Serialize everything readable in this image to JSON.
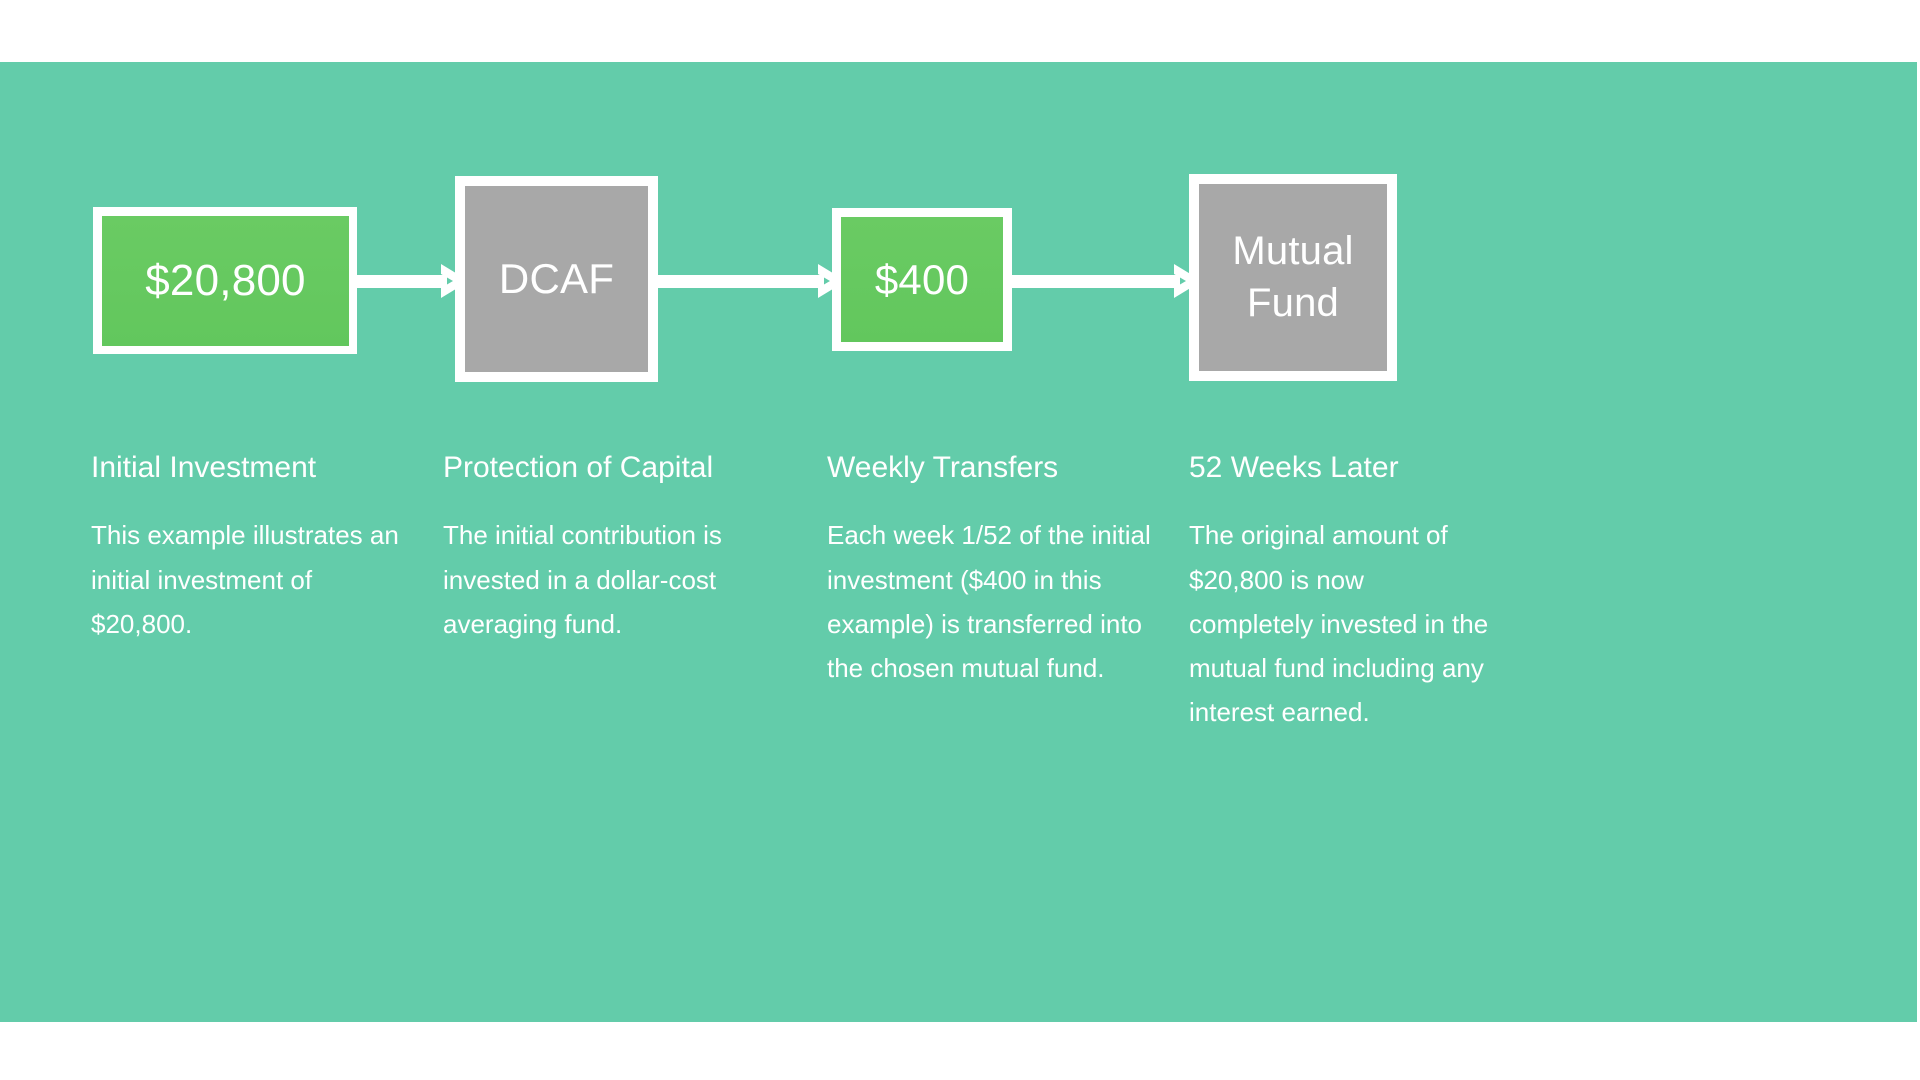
{
  "colors": {
    "panel_background": "#63CCAA",
    "page_background": "#ffffff",
    "node_green": "#6ACB63",
    "node_gray": "#A8A8A8",
    "frame": "#ffffff",
    "text": "#ffffff"
  },
  "flow": {
    "nodes": [
      {
        "id": "initial",
        "label": "$20,800",
        "fill": "green"
      },
      {
        "id": "dcaf",
        "label": "DCAF",
        "fill": "gray"
      },
      {
        "id": "weekly",
        "label": "$400",
        "fill": "green"
      },
      {
        "id": "mutual",
        "label": "Mutual Fund",
        "fill": "gray"
      }
    ],
    "arrows": [
      {
        "id": "arrow-1",
        "from": "initial",
        "to": "dcaf"
      },
      {
        "id": "arrow-2",
        "from": "dcaf",
        "to": "weekly"
      },
      {
        "id": "arrow-3",
        "from": "weekly",
        "to": "mutual"
      }
    ]
  },
  "columns": [
    {
      "heading": "Initial Investment",
      "body": "This example illustrates an initial investment of $20,800."
    },
    {
      "heading": "Protection of Capital",
      "body": "The initial contribution is invested in a dollar-cost averaging fund."
    },
    {
      "heading": "Weekly Transfers",
      "body": "Each week 1/52 of the initial investment ($400 in this example) is transferred into the chosen mutual fund."
    },
    {
      "heading": "52 Weeks Later",
      "body": "The original amount of $20,800 is now completely invested in the mutual fund including any interest earned."
    }
  ]
}
